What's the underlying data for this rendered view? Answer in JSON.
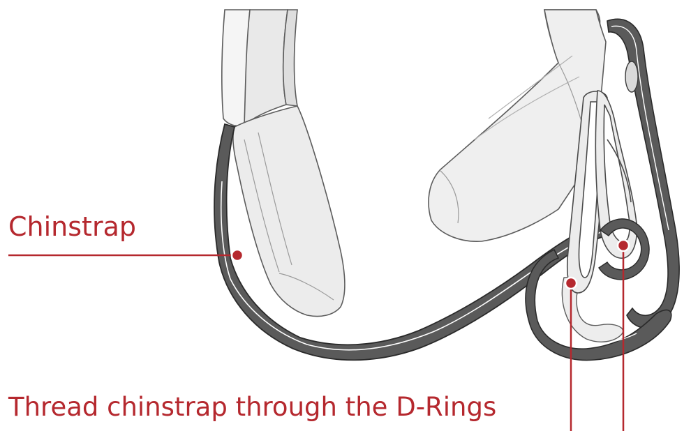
{
  "labels": {
    "chinstrap": "Chinstrap",
    "thread_instruction": "Thread chinstrap through the D-Rings"
  },
  "colors": {
    "callout": "#b5282e",
    "strap_dark": "#5a5a5a",
    "strap_edge": "#2a2a2a",
    "pad_fill": "#ededed",
    "outline": "#5c5c5c"
  },
  "icons": {
    "helmet_illustration": "helmet-chinstrap-illustration"
  }
}
